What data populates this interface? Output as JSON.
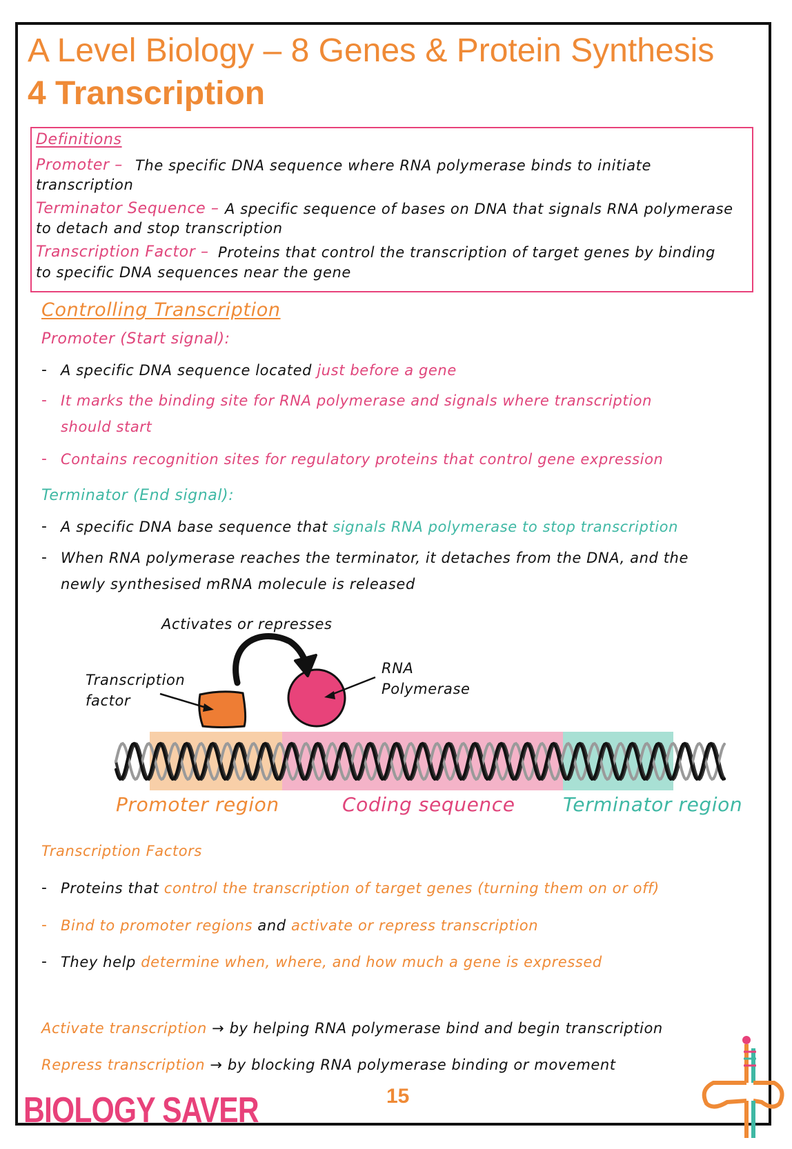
{
  "header": {
    "title": "A Level Biology – 8 Genes & Protein Synthesis",
    "subtitle": "4 Transcription"
  },
  "definitions": {
    "heading": "Definitions",
    "promoter_term": "Promoter –",
    "promoter_line1": "The specific DNA sequence where RNA polymerase binds to initiate",
    "promoter_line2": "transcription",
    "terminator_term": "Terminator Sequence –",
    "terminator_line1": "A specific sequence of bases on DNA that signals RNA polymerase",
    "terminator_line2": "to detach and stop transcription",
    "tf_term": "Transcription Factor –",
    "tf_line1": "Proteins that control the transcription of target genes by binding",
    "tf_line2": "to specific DNA sequences near the gene"
  },
  "controlling": {
    "heading": "Controlling Transcription",
    "promoter_heading": "Promoter (Start signal):",
    "p1_a": "A specific DNA sequence located",
    "p1_b": "just before a gene",
    "p2_line1": "It marks the binding site for RNA polymerase and signals where transcription",
    "p2_line2": "should start",
    "p3": "Contains recognition sites for regulatory proteins that control gene expression",
    "terminator_heading": "Terminator (End signal):",
    "t1_a": "A specific DNA base sequence that",
    "t1_b": "signals RNA polymerase to stop transcription",
    "t2_line1": "When RNA polymerase reaches the terminator, it detaches from the DNA, and the",
    "t2_line2": "newly synthesised mRNA molecule is released"
  },
  "diagram": {
    "activates_label": "Activates or represses",
    "tf_label_line1": "Transcription",
    "tf_label_line2": "factor",
    "rna_label_line1": "RNA",
    "rna_label_line2": "Polymerase",
    "promoter_region": "Promoter region",
    "coding_sequence": "Coding sequence",
    "terminator_region": "Terminator region",
    "colors": {
      "promoter_band": "#f8cfa8",
      "coding_band": "#f4b3c8",
      "terminator_band": "#a8e0d4",
      "tf_fill": "#ee7d34",
      "polymerase_fill": "#e8437a"
    }
  },
  "tfs": {
    "heading": "Transcription Factors",
    "b1_a": "Proteins that",
    "b1_b": "control the transcription of target genes (turning them on or off)",
    "b2_a": "Bind to promoter regions",
    "b2_b": "and",
    "b2_c": "activate or repress transcription",
    "b3_a": "They help",
    "b3_b": "determine when, where, and how much a gene is expressed",
    "act_label": "Activate transcription",
    "act_text": "→ by helping RNA polymerase bind and begin transcription",
    "rep_label": "Repress transcription",
    "rep_text": "→ by blocking RNA polymerase binding or movement"
  },
  "footer": {
    "logo": "BIOLOGY SAVER",
    "page_number": "15",
    "logo_icon": "trna-icon"
  }
}
